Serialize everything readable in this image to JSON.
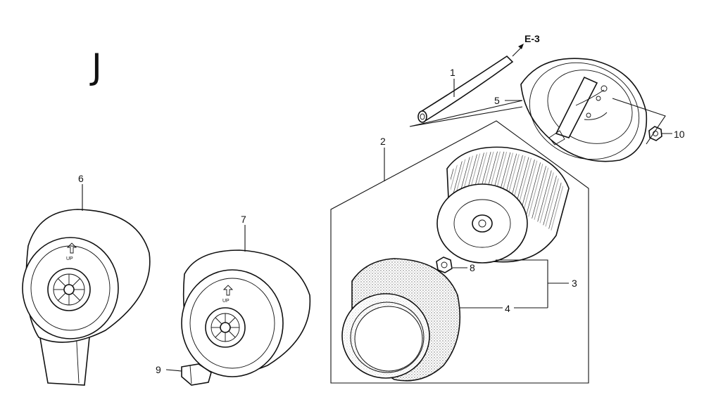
{
  "section_label": "J",
  "reference": "E-3",
  "callouts": {
    "c1": "1",
    "c2": "2",
    "c3": "3",
    "c4": "4",
    "c5": "5",
    "c6": "6",
    "c7": "7",
    "c8": "8",
    "c9": "9",
    "c10": "10"
  }
}
